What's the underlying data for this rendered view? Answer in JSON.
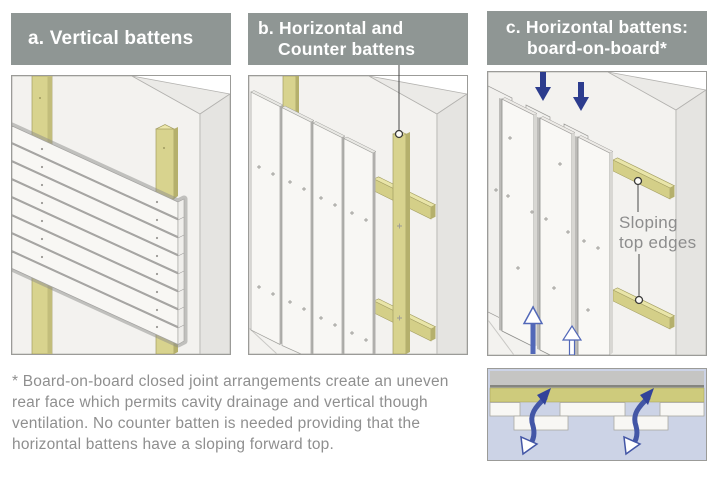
{
  "headers": {
    "a": {
      "title": "a. Vertical battens"
    },
    "b": {
      "line1": "b. Horizontal and",
      "line2": "Counter battens"
    },
    "c": {
      "line1": "c. Horizontal battens:",
      "line2": "board-on-board*"
    }
  },
  "panel_c_label": {
    "line1": "Sloping",
    "line2": "top edges"
  },
  "footnote": {
    "lines": [
      "* Board-on-board closed joint arrangements create an uneven",
      "rear face which permits cavity drainage and vertical though",
      "ventilation. No counter batten is needed providing that the",
      "horizontal battens have a sloping forward top."
    ]
  },
  "colors": {
    "header_bg": "#8f9694",
    "header_text": "#ffffff",
    "batten_face": "#d8d38e",
    "batten_side": "#b5b06c",
    "batten_top": "#ece7ab",
    "board_face": "#f8f7f4",
    "wall_face": "#f3f2ef",
    "arrow_navy": "#2c3c8e",
    "arrow_blue": "#5268b8",
    "label_gray": "#8d8d8d",
    "cross_section_bg": "#ccd3e6",
    "cross_section_wall": "#c5c5c3",
    "cross_section_batten": "#cecb7c"
  }
}
